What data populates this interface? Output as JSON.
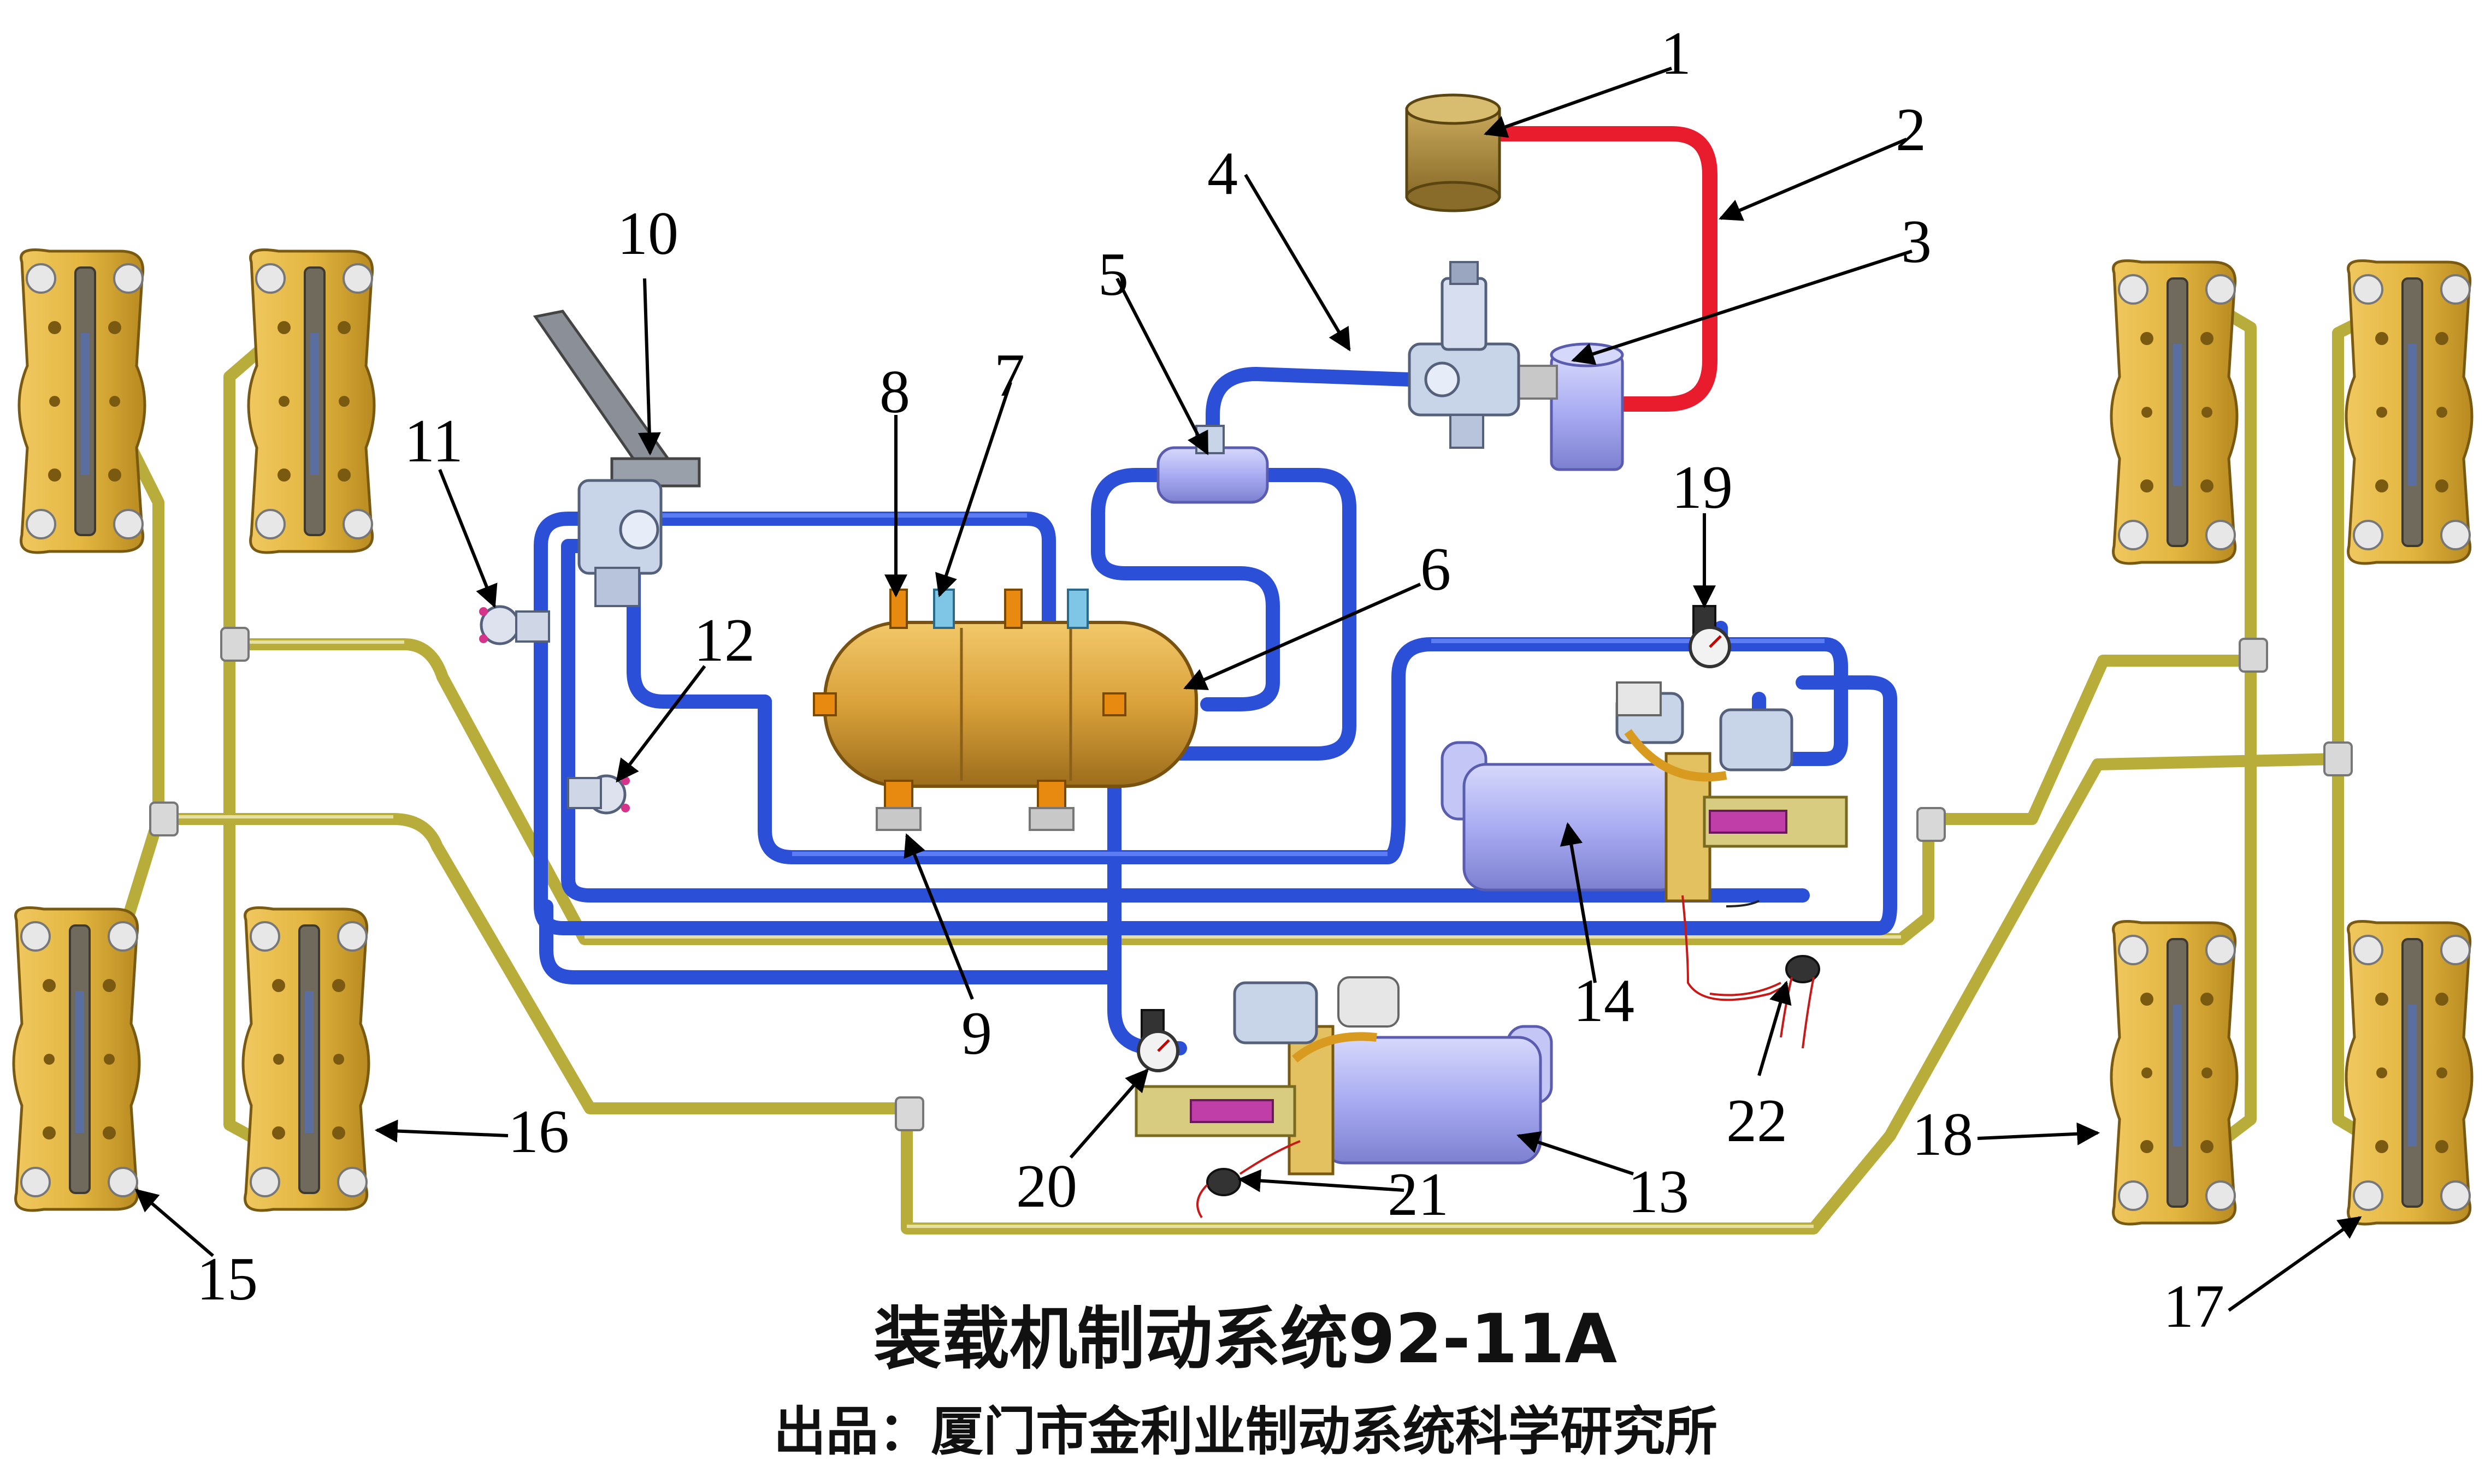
{
  "diagram": {
    "title": "装载机制动系统92-11A",
    "credit": "出品：厦门市金利业制动系统科学研究所",
    "colors": {
      "air_line": "#2b4fd6",
      "hydraulic_line": "#b8ad3a",
      "hot_line": "#e81c2c",
      "caliper": "#e3b640",
      "tank": "#d9a13a",
      "booster": "#a9acf2",
      "valve": "#c8d4e8"
    },
    "callouts": [
      "1",
      "2",
      "3",
      "4",
      "5",
      "6",
      "7",
      "8",
      "9",
      "10",
      "11",
      "12",
      "13",
      "14",
      "15",
      "16",
      "17",
      "18",
      "19",
      "20",
      "21",
      "22"
    ]
  }
}
